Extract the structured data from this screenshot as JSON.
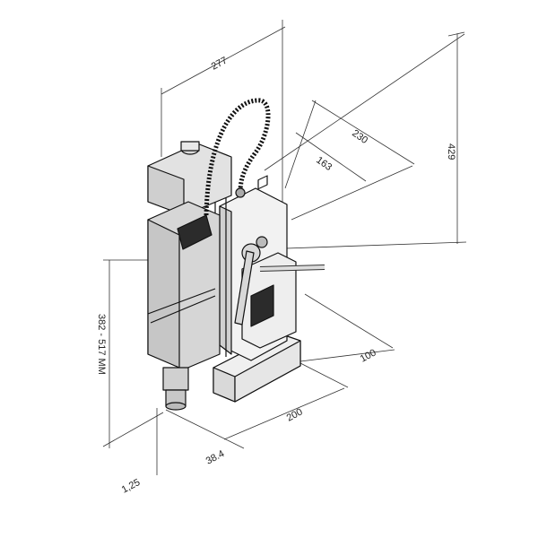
{
  "dimensions": {
    "overall_depth": "277",
    "top_width": "230",
    "column_offset": "163",
    "overall_height": "429",
    "stroke_range": "382 - 517 MM",
    "base_length": "200",
    "base_width": "100",
    "spindle_offset": "38.4",
    "bottom_clearance": "1,25"
  },
  "colors": {
    "ink": "#111111",
    "body_fill": "#d9d9d9",
    "panel_fill": "#efefef",
    "dark_fill": "#2b2b2b"
  },
  "icons": [
    "magnetic-drill-illustration"
  ]
}
